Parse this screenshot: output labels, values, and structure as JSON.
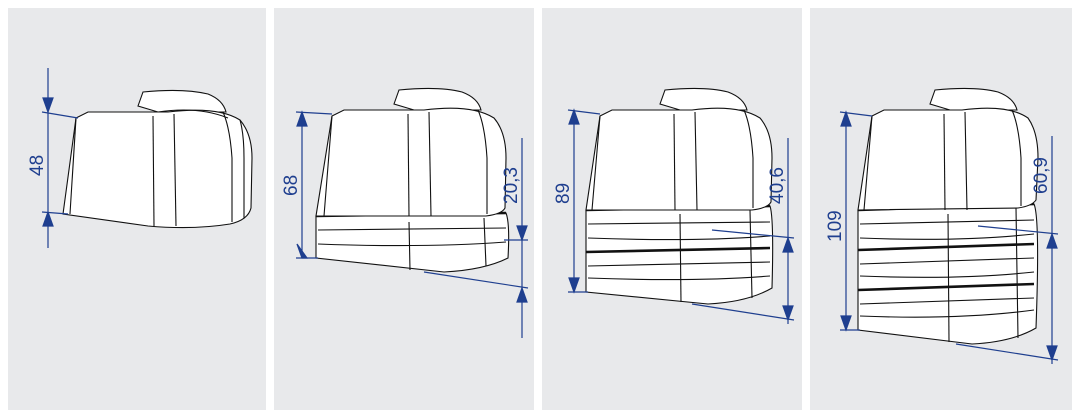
{
  "colors": {
    "panel_bg": "#e8e9eb",
    "dimension": "#1f3f8f",
    "outline": "#111111",
    "body_fill": "#ffffff"
  },
  "panels": [
    {
      "height_label": "48",
      "ring_label": "",
      "rings": 0
    },
    {
      "height_label": "68",
      "ring_label": "20,3",
      "rings": 1
    },
    {
      "height_label": "89",
      "ring_label": "40,6",
      "rings": 2
    },
    {
      "height_label": "109",
      "ring_label": "60,9",
      "rings": 3
    }
  ]
}
